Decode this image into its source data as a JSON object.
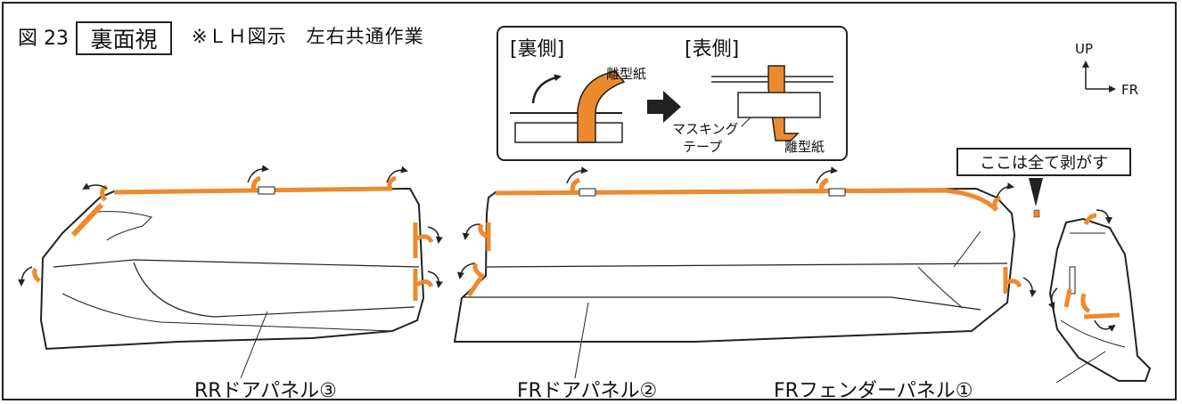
{
  "header": {
    "figure_number": "図 23",
    "view_label": "裏面視",
    "note": "※ＬＨ図示　左右共通作業"
  },
  "inset": {
    "back_side_title": "[裏側]",
    "front_side_title": "[表側]",
    "release_paper_label_1": "離型紙",
    "release_paper_label_2": "離型紙",
    "masking_tape_line_1": "マスキング",
    "masking_tape_line_2": "テープ"
  },
  "direction": {
    "up_label": "UP",
    "fr_label": "FR"
  },
  "callout": {
    "text": "ここは全て剥がす"
  },
  "panels": [
    {
      "label": "RRドアパネル③"
    },
    {
      "label": "FRドアパネル②"
    },
    {
      "label": "FRフェンダーパネル①"
    }
  ],
  "colors": {
    "tape": "#ee8a2e",
    "line": "#222222",
    "frame": "#222222"
  },
  "icons": [
    "arrow-right-icon",
    "curved-arrow-icon",
    "direction-axes-icon"
  ]
}
